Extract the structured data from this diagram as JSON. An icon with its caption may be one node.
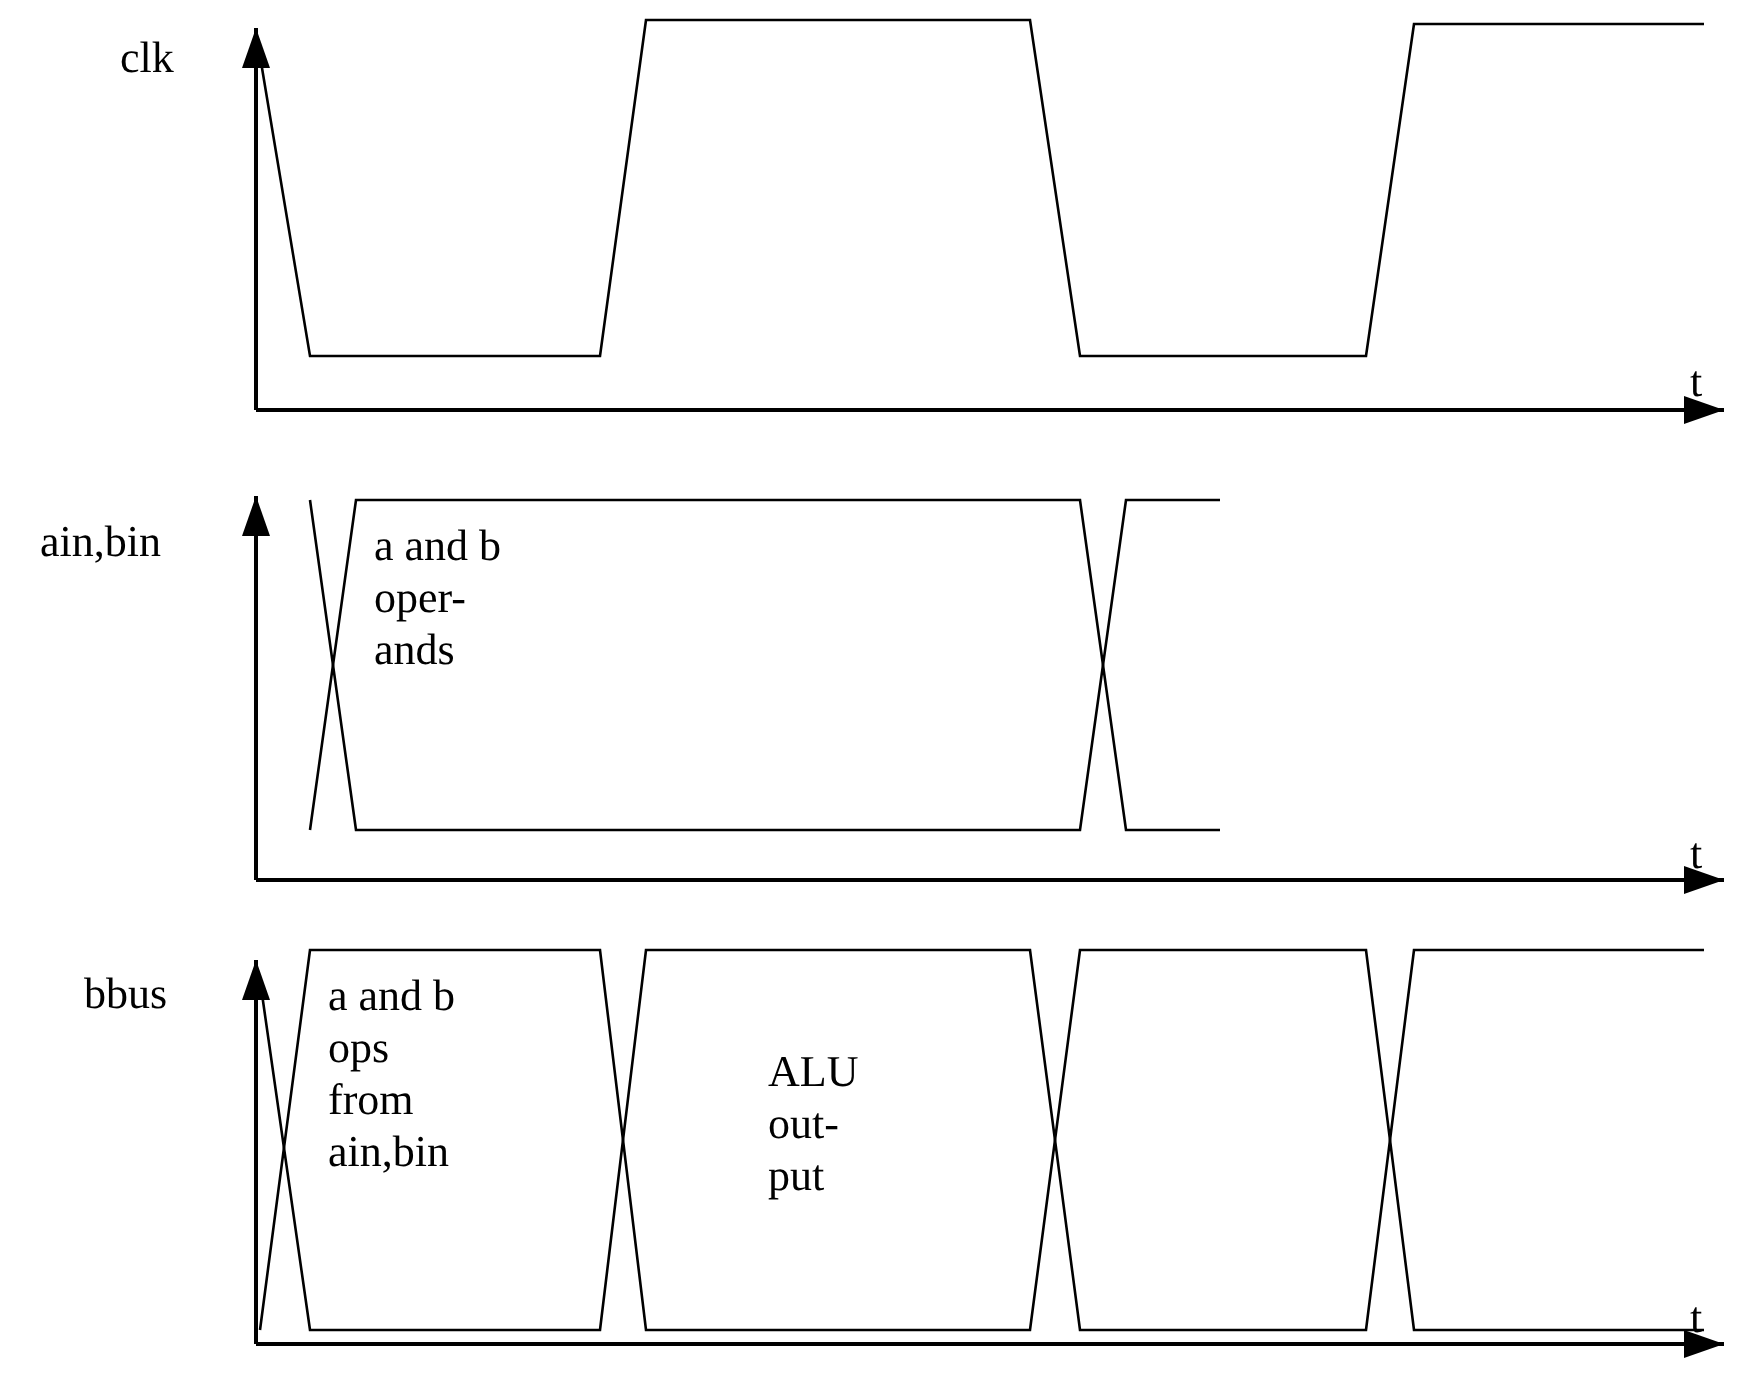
{
  "diagram": {
    "labels": [
      "clk",
      "t",
      "ain,bin",
      "a and b oper- ands",
      "t",
      "bbus",
      "a and b ops from ain,bin",
      "ALU out- put",
      "t"
    ]
  }
}
